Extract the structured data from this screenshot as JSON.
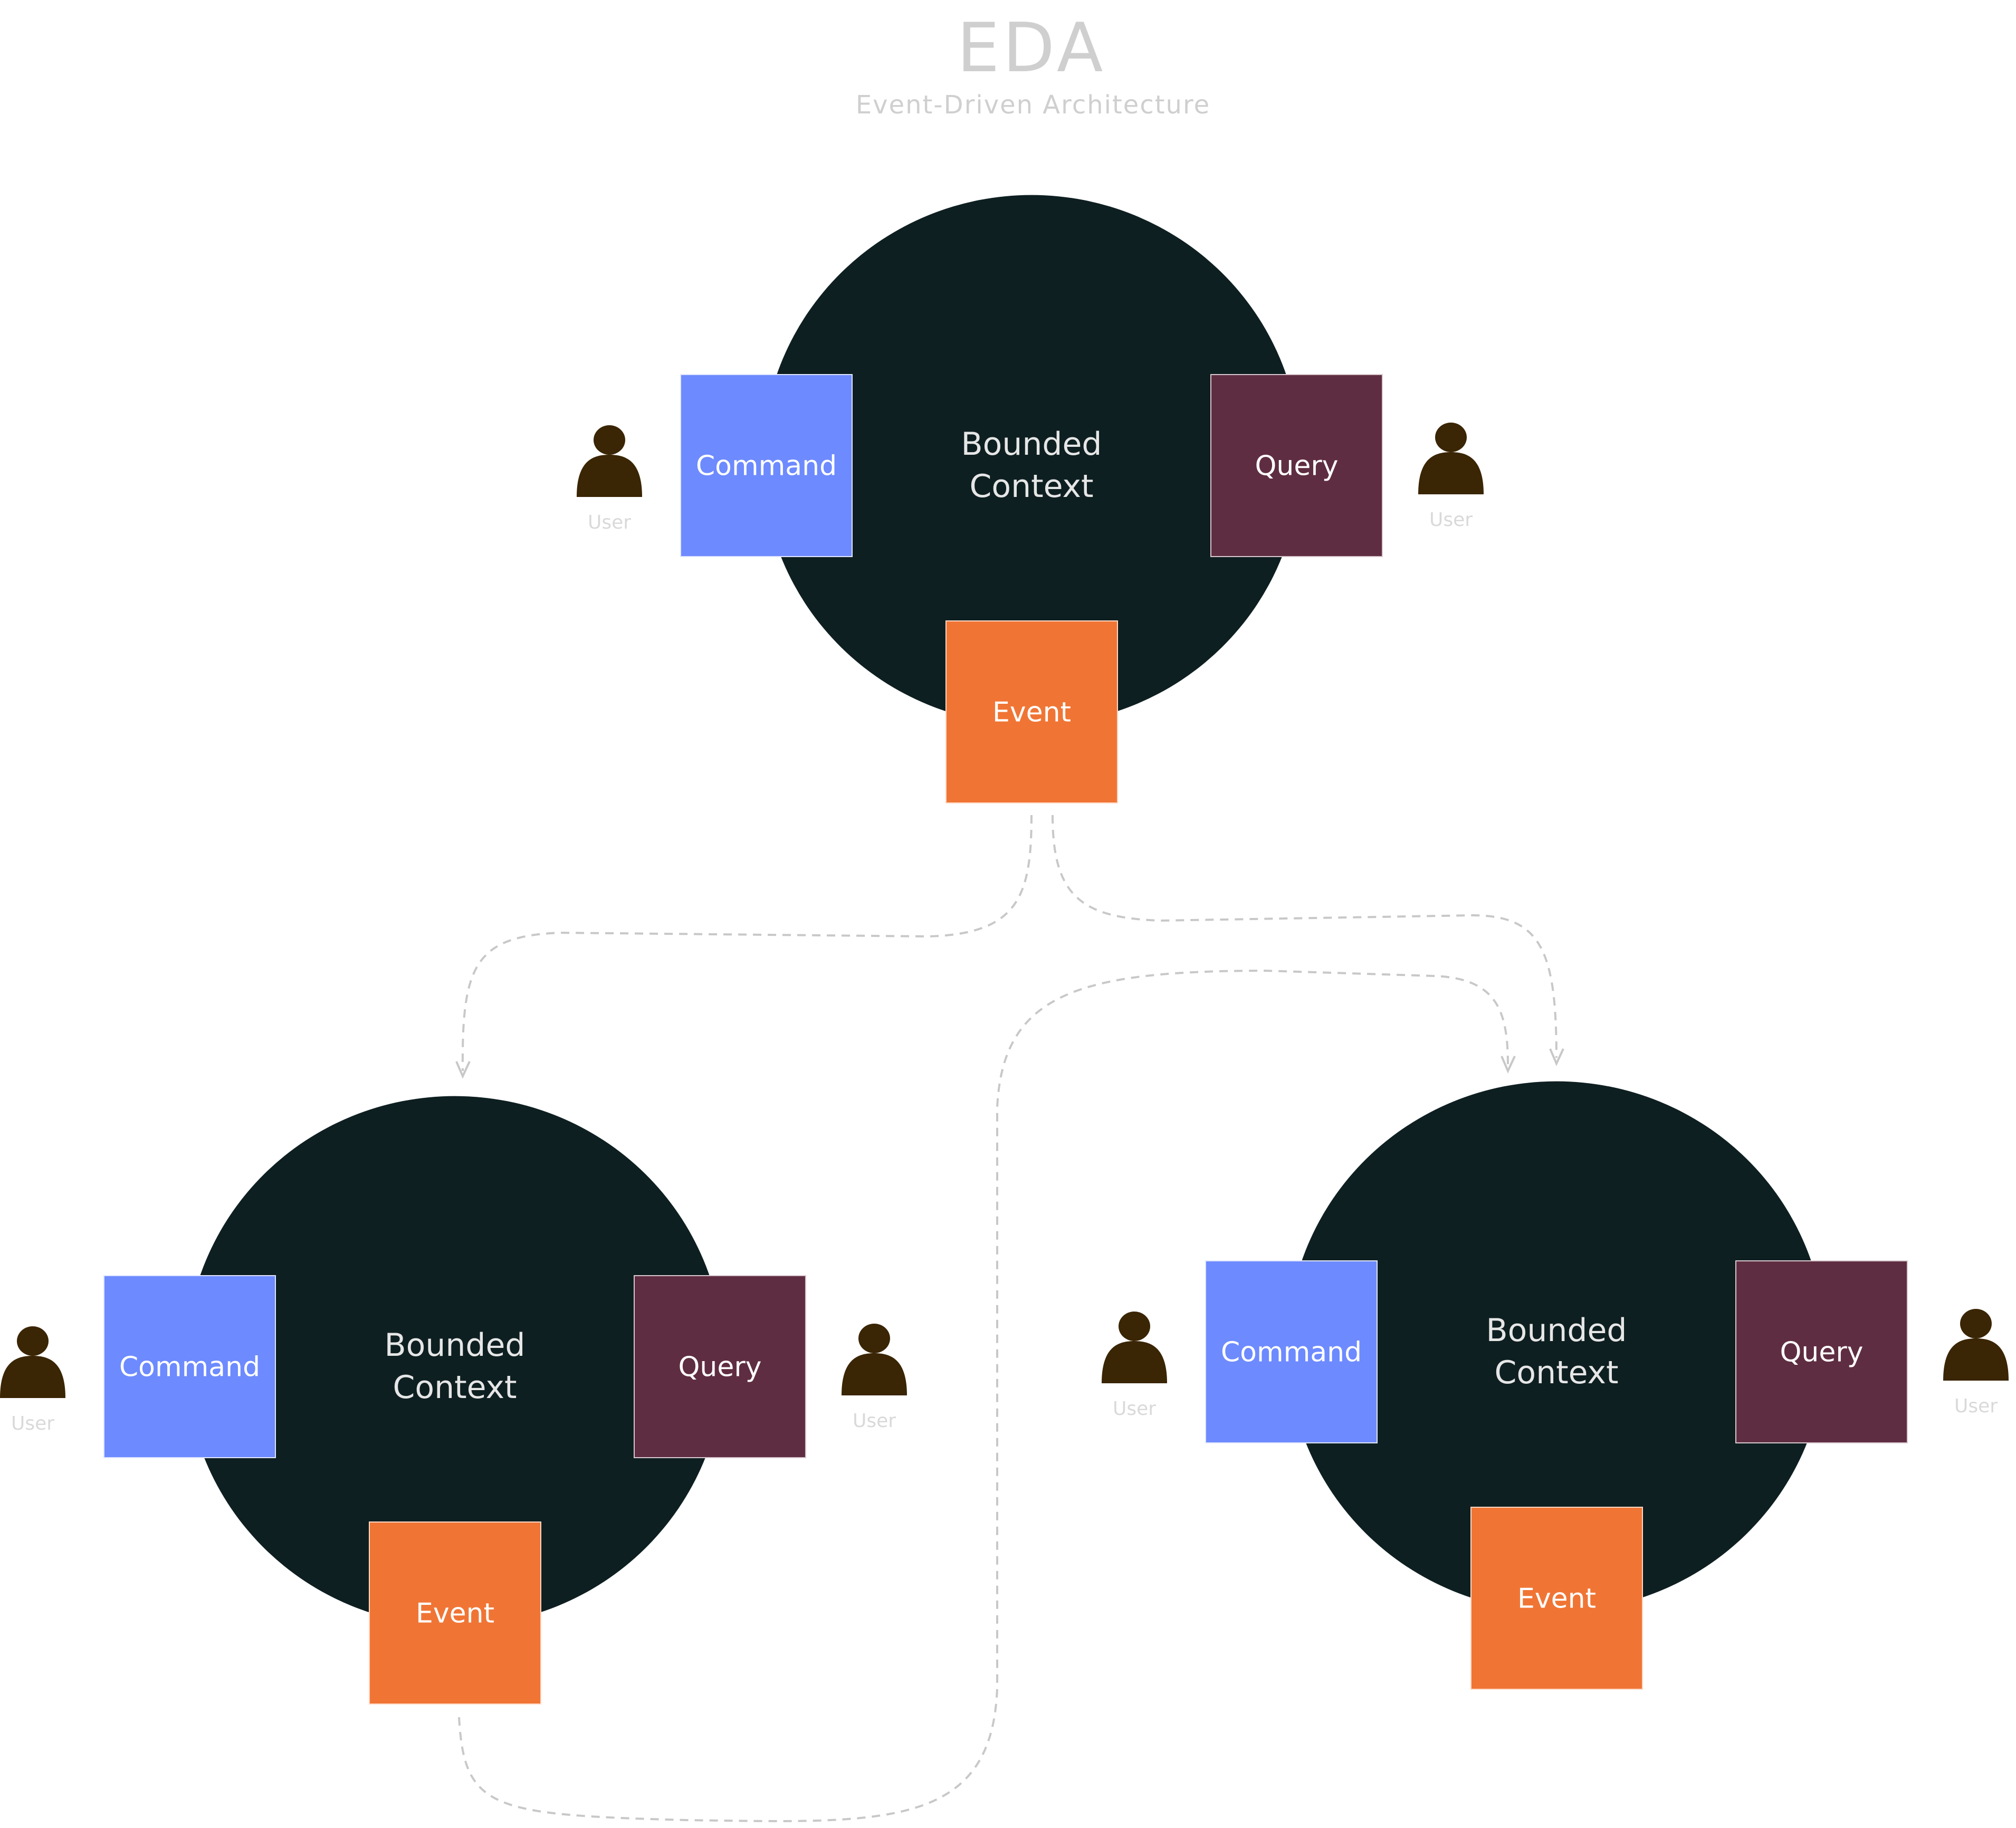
{
  "header": {
    "title": "EDA",
    "subtitle": "Event-Driven Architecture"
  },
  "colors": {
    "context": "#0e1f21",
    "command": "#6d8aff",
    "query": "#5f2d41",
    "event": "#f07535",
    "user": "#3a2504",
    "connector": "#c8c8c8"
  },
  "contexts": [
    {
      "label": [
        "Bounded",
        "Context"
      ],
      "command": "Command",
      "query": "Query",
      "event": "Event",
      "user_left": "User",
      "user_right": "User"
    },
    {
      "label": [
        "Bounded",
        "Context"
      ],
      "command": "Command",
      "query": "Query",
      "event": "Event",
      "user_left": "User",
      "user_right": "User"
    },
    {
      "label": [
        "Bounded",
        "Context"
      ],
      "command": "Command",
      "query": "Query",
      "event": "Event",
      "user_left": "User",
      "user_right": "User"
    }
  ],
  "icons": {
    "user": "user-icon",
    "arrow": "arrow-down-icon"
  }
}
